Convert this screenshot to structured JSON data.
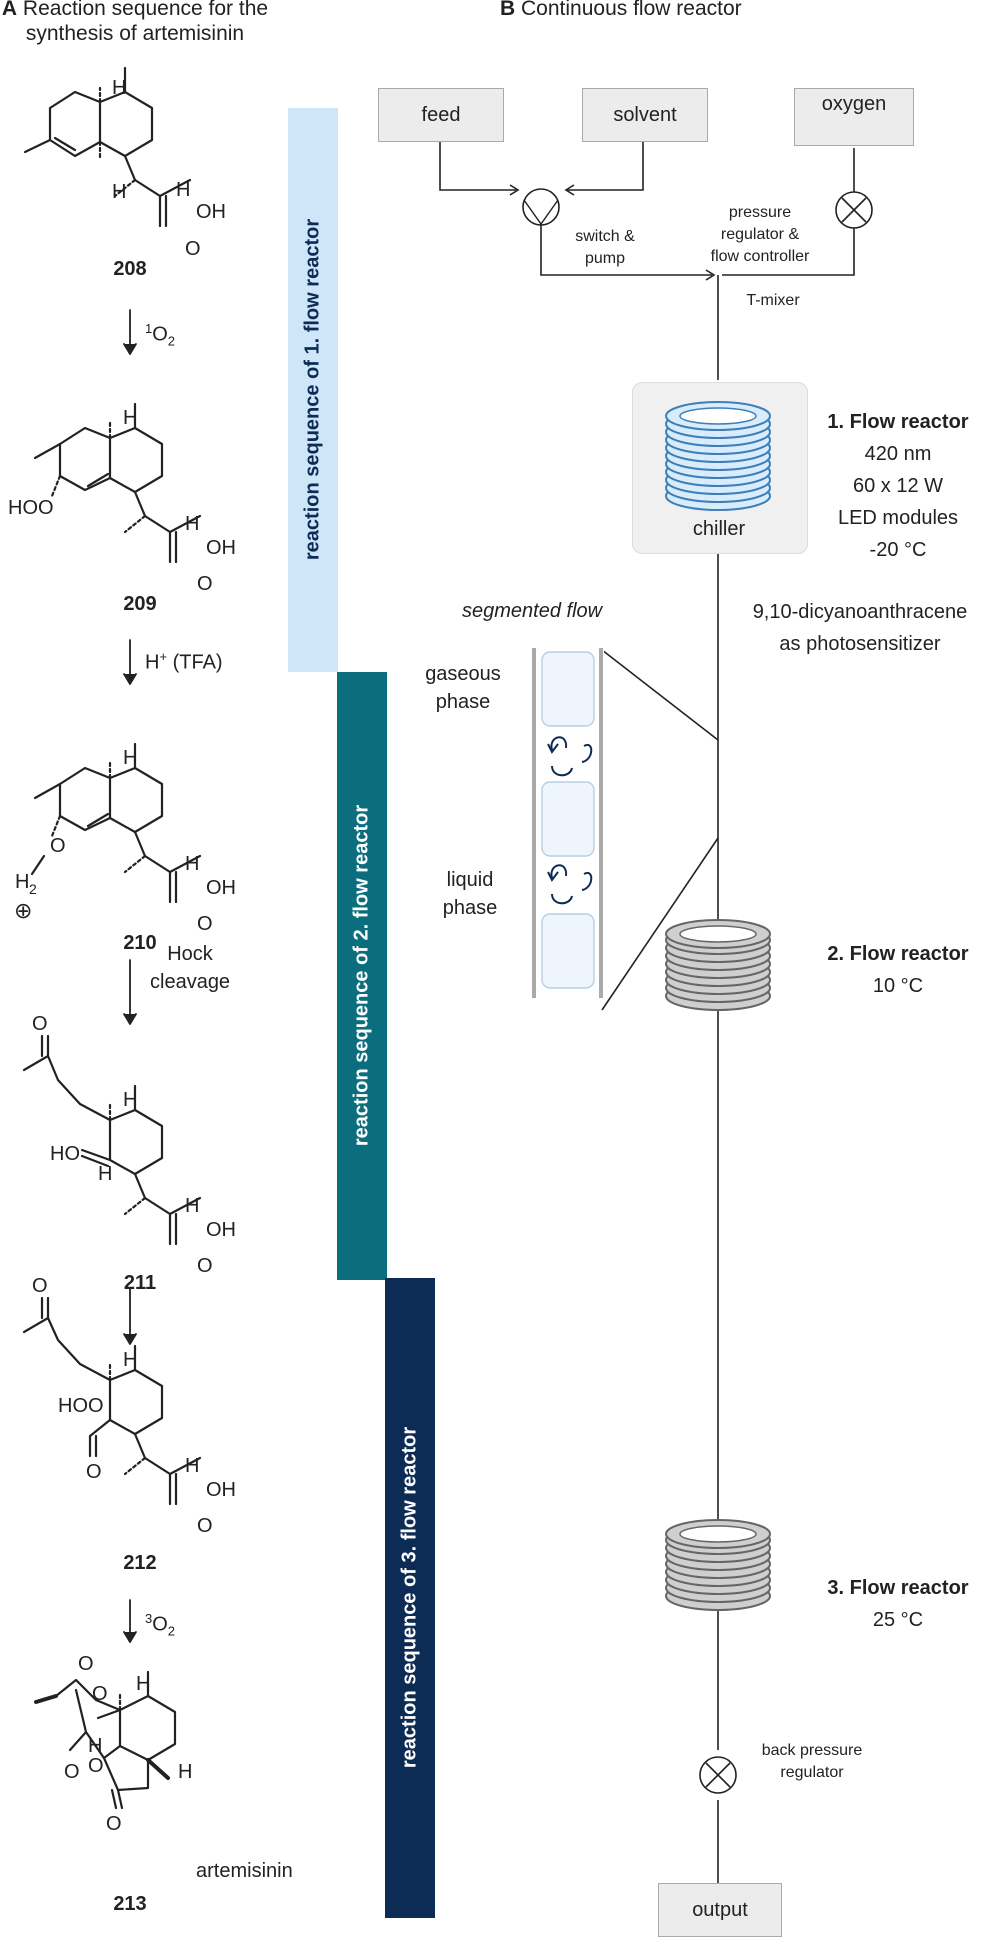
{
  "panel_a": {
    "letter": "A",
    "title_line1": "Reaction sequence for the",
    "title_line2": "synthesis of artemisinin",
    "compounds": [
      {
        "id": "208"
      },
      {
        "id": "209"
      },
      {
        "id": "210"
      },
      {
        "id": "211"
      },
      {
        "id": "212"
      },
      {
        "id": "213",
        "name": "artemisinin"
      }
    ],
    "arrows": [
      {
        "reagent_sup": "1",
        "reagent": "O",
        "reagent_sub": "2"
      },
      {
        "reagent": "H",
        "reagent_sup": "+",
        "reagent_rest": " (TFA)"
      },
      {
        "line1": "Hock",
        "line2": "cleavage"
      },
      {},
      {
        "reagent_sup": "3",
        "reagent": "O",
        "reagent_sub": "2"
      }
    ],
    "atom_labels": {
      "H": "H",
      "OH": "OH",
      "O": "O",
      "HOO": "HOO",
      "HO": "HO",
      "H2": "H",
      "two": "2",
      "plus": "⊕"
    }
  },
  "bands": [
    {
      "label": "reaction sequence of 1. flow reactor",
      "color": "#cfe5f8"
    },
    {
      "label": "reaction sequence of 2. flow reactor",
      "color": "#0a6e7f"
    },
    {
      "label": "reaction sequence of 3. flow reactor",
      "color": "#0d2c55"
    }
  ],
  "panel_b": {
    "letter": "B",
    "title": "Continuous flow reactor",
    "boxes": {
      "feed": "feed",
      "solvent": "solvent",
      "oxygen": "oxygen",
      "output": "output"
    },
    "switch_pump": [
      "switch &",
      "pump"
    ],
    "pressure_regulator": [
      "pressure",
      "regulator &",
      "flow controller"
    ],
    "t_mixer": "T-mixer",
    "chiller": "chiller",
    "reactor1": {
      "title": "1. Flow reactor",
      "lines": [
        "420 nm",
        "60 x 12 W",
        "LED modules",
        "-20 °C"
      ]
    },
    "photosensitizer": [
      "9,10-dicyanoanthracene",
      "as photosensitizer"
    ],
    "segmented_flow": "segmented flow",
    "gaseous_phase": [
      "gaseous",
      "phase"
    ],
    "liquid_phase": [
      "liquid",
      "phase"
    ],
    "reactor2": {
      "title": "2. Flow reactor",
      "lines": [
        "10 °C"
      ]
    },
    "reactor3": {
      "title": "3. Flow reactor",
      "lines": [
        "25 °C"
      ]
    },
    "back_pressure": [
      "back pressure",
      "regulator"
    ],
    "colors": {
      "coil_blue_top": "#d8ecfb",
      "coil_blue_edge": "#3d7fb8",
      "coil_gray": "#888888",
      "box_fill": "#ececec",
      "arrow_dark": "#0d2c55"
    }
  }
}
